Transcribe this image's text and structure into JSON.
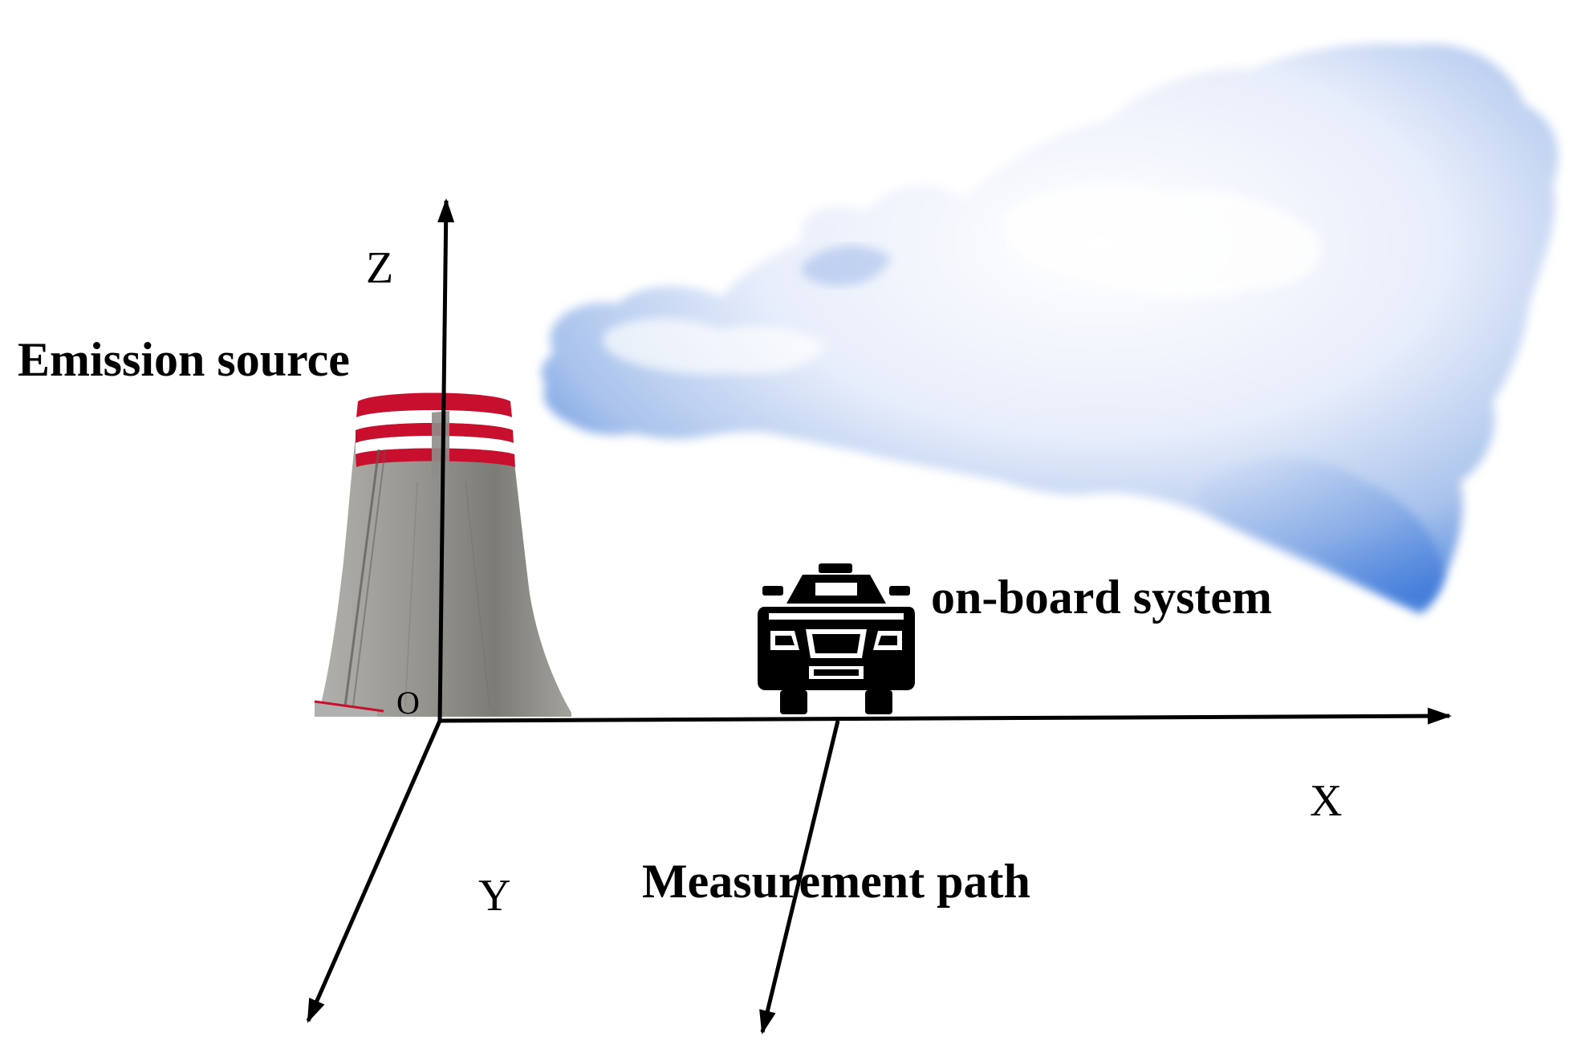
{
  "labels": {
    "emission_source": "Emission source",
    "on_board_system": "on-board system",
    "measurement_path": "Measurement path"
  },
  "axes": {
    "z": "Z",
    "x": "X",
    "y": "Y",
    "origin": "O"
  },
  "colors": {
    "axis": "#000000",
    "plume_light": "#ffffff",
    "plume_mid": "#a9c3ec",
    "plume_dark": "#2f6fd6",
    "tower_body": "#8c8a86",
    "tower_stripe_red": "#c8102e",
    "vehicle": "#000000"
  },
  "icons": {
    "tower": "cooling-tower-icon",
    "plume": "smoke-plume-icon",
    "vehicle": "car-front-icon"
  }
}
